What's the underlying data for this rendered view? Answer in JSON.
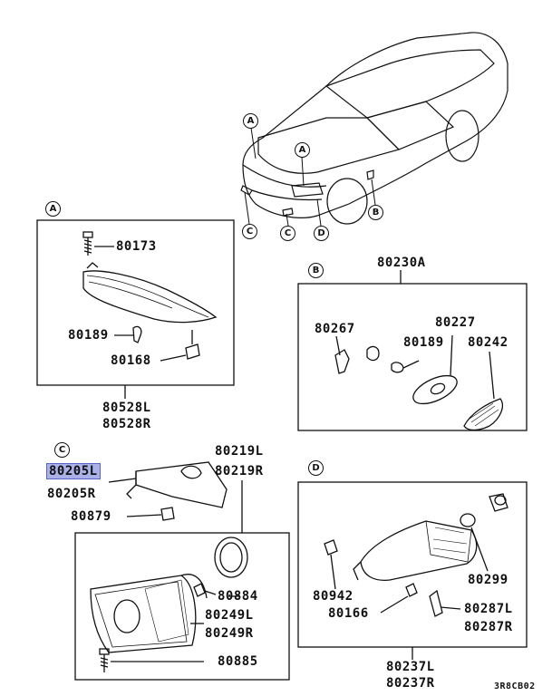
{
  "callouts": {
    "a": "A",
    "b": "B",
    "c": "C",
    "d": "D"
  },
  "parts": {
    "p80173": "80173",
    "p80189a": "80189",
    "p80168": "80168",
    "p80528l": "80528L",
    "p80528r": "80528R",
    "p80230a": "80230A",
    "p80267": "80267",
    "p80227": "80227",
    "p80189b": "80189",
    "p80242": "80242",
    "p80205l": "80205L",
    "p80205r": "80205R",
    "p80219l": "80219L",
    "p80219r": "80219R",
    "p80879": "80879",
    "p80884": "80884",
    "p80249l": "80249L",
    "p80249r": "80249R",
    "p80885": "80885",
    "p80942": "80942",
    "p80166": "80166",
    "p80299": "80299",
    "p80287l": "80287L",
    "p80287r": "80287R",
    "p80237l": "80237L",
    "p80237r": "80237R"
  },
  "diagram_code": "3R8CB02",
  "colors": {
    "line": "#111111",
    "highlight": "#aab0e8"
  }
}
